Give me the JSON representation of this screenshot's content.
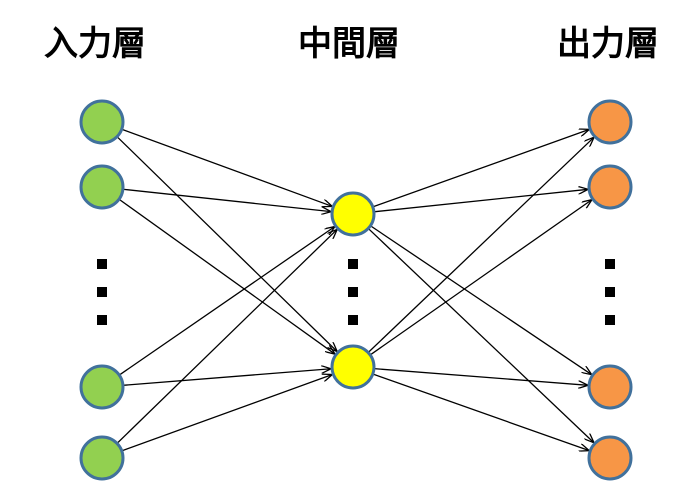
{
  "layers": [
    {
      "id": "input",
      "title": "入力層",
      "node_count_shown": 4,
      "has_ellipsis": true,
      "fill_color": "#92d050",
      "stroke_color": "#41719c"
    },
    {
      "id": "hidden",
      "title": "中間層",
      "node_count_shown": 2,
      "has_ellipsis": true,
      "fill_color": "#ffff00",
      "stroke_color": "#41719c"
    },
    {
      "id": "output",
      "title": "出力層",
      "node_count_shown": 4,
      "has_ellipsis": true,
      "fill_color": "#f79646",
      "stroke_color": "#41719c"
    }
  ],
  "connections": "fully-connected",
  "arrow_direction": "left-to-right",
  "edge_color": "#000000"
}
